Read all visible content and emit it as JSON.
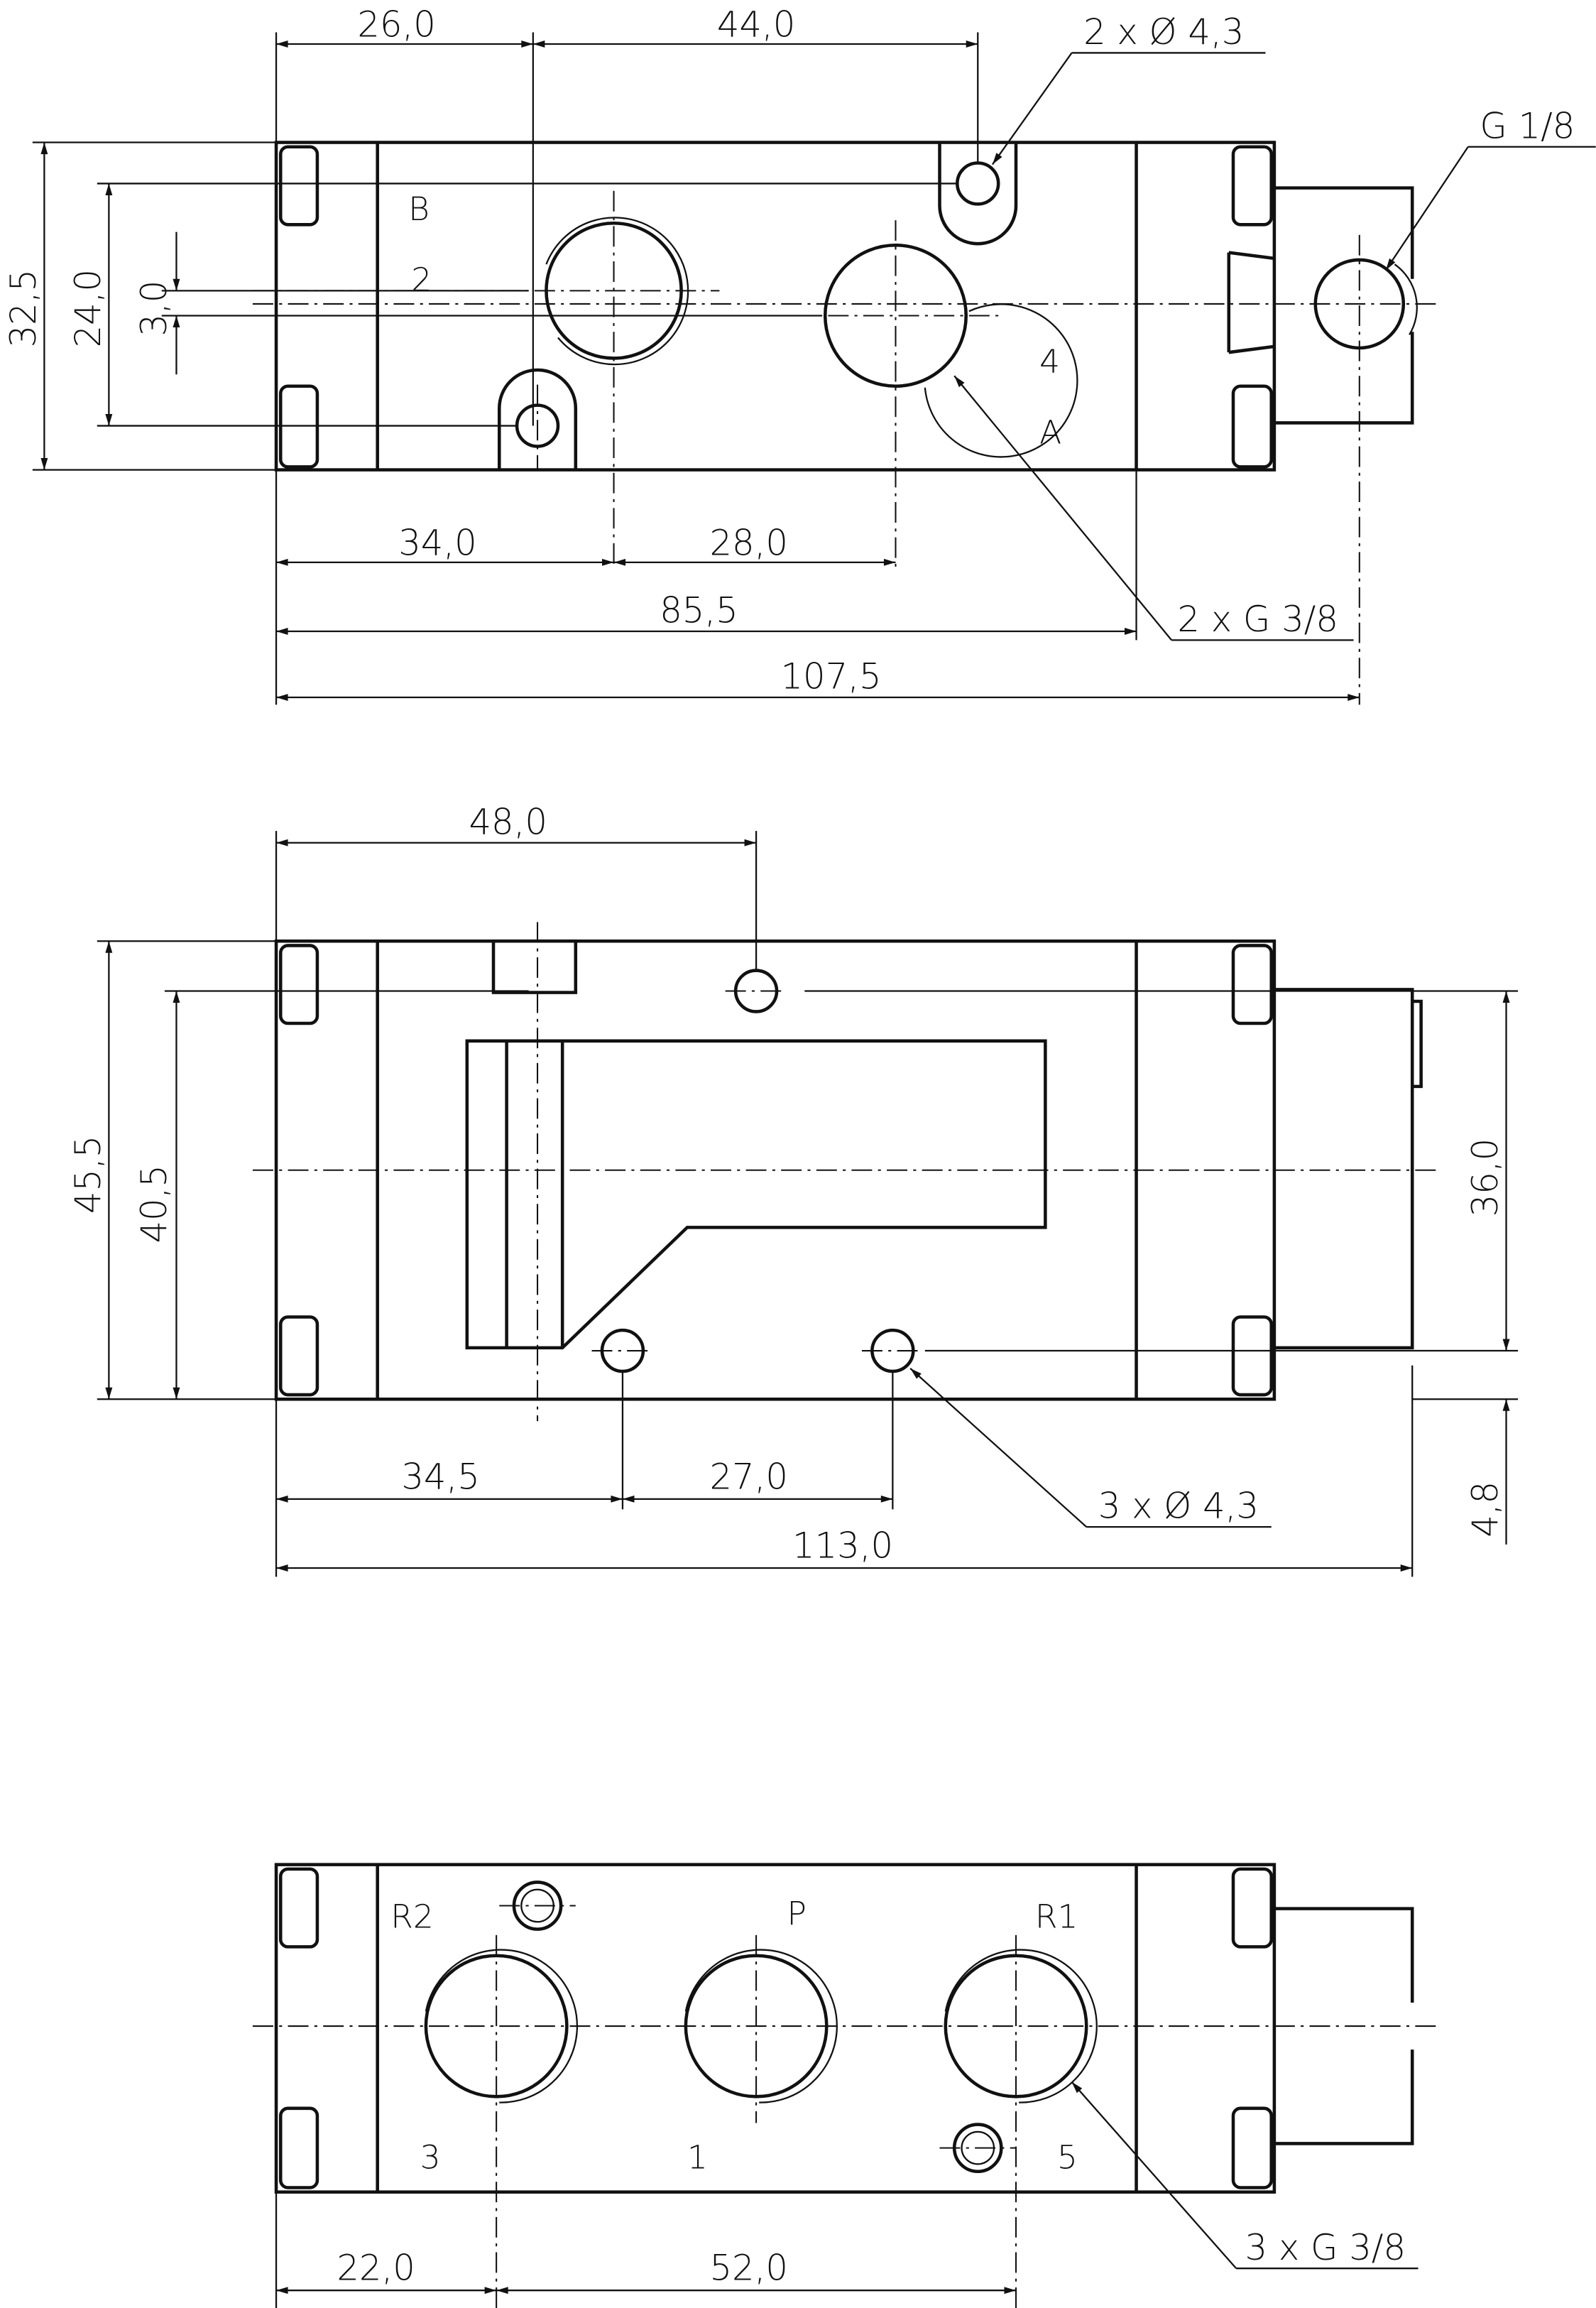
{
  "colors": {
    "line": "#111111",
    "background": "#ffffff"
  },
  "top_view": {
    "dims": {
      "d26": "26,0",
      "d44": "44,0",
      "d32_5": "32,5",
      "d24": "24,0",
      "d3": "3,0",
      "d34": "34,0",
      "d28": "28,0",
      "d85_5": "85,5",
      "d107_5": "107,5"
    },
    "callouts": {
      "holes": "2 x Ø 4,3",
      "pilot": "G 1/8",
      "ports": "2 x G 3/8"
    },
    "labels": {
      "b": "B",
      "two": "2",
      "four": "4",
      "a": "A"
    }
  },
  "middle_view": {
    "dims": {
      "d48": "48,0",
      "d45_5": "45,5",
      "d40_5": "40,5",
      "d36": "36,0",
      "d4_8": "4,8",
      "d34_5": "34,5",
      "d27": "27,0",
      "d113": "113,0"
    },
    "callouts": {
      "holes": "3 x Ø 4,3"
    }
  },
  "bottom_view": {
    "dims": {
      "d22": "22,0",
      "d52": "52,0"
    },
    "callouts": {
      "ports": "3 x G 3/8"
    },
    "labels": {
      "r2": "R2",
      "p": "P",
      "r1": "R1",
      "three": "3",
      "one": "1",
      "five": "5"
    }
  }
}
